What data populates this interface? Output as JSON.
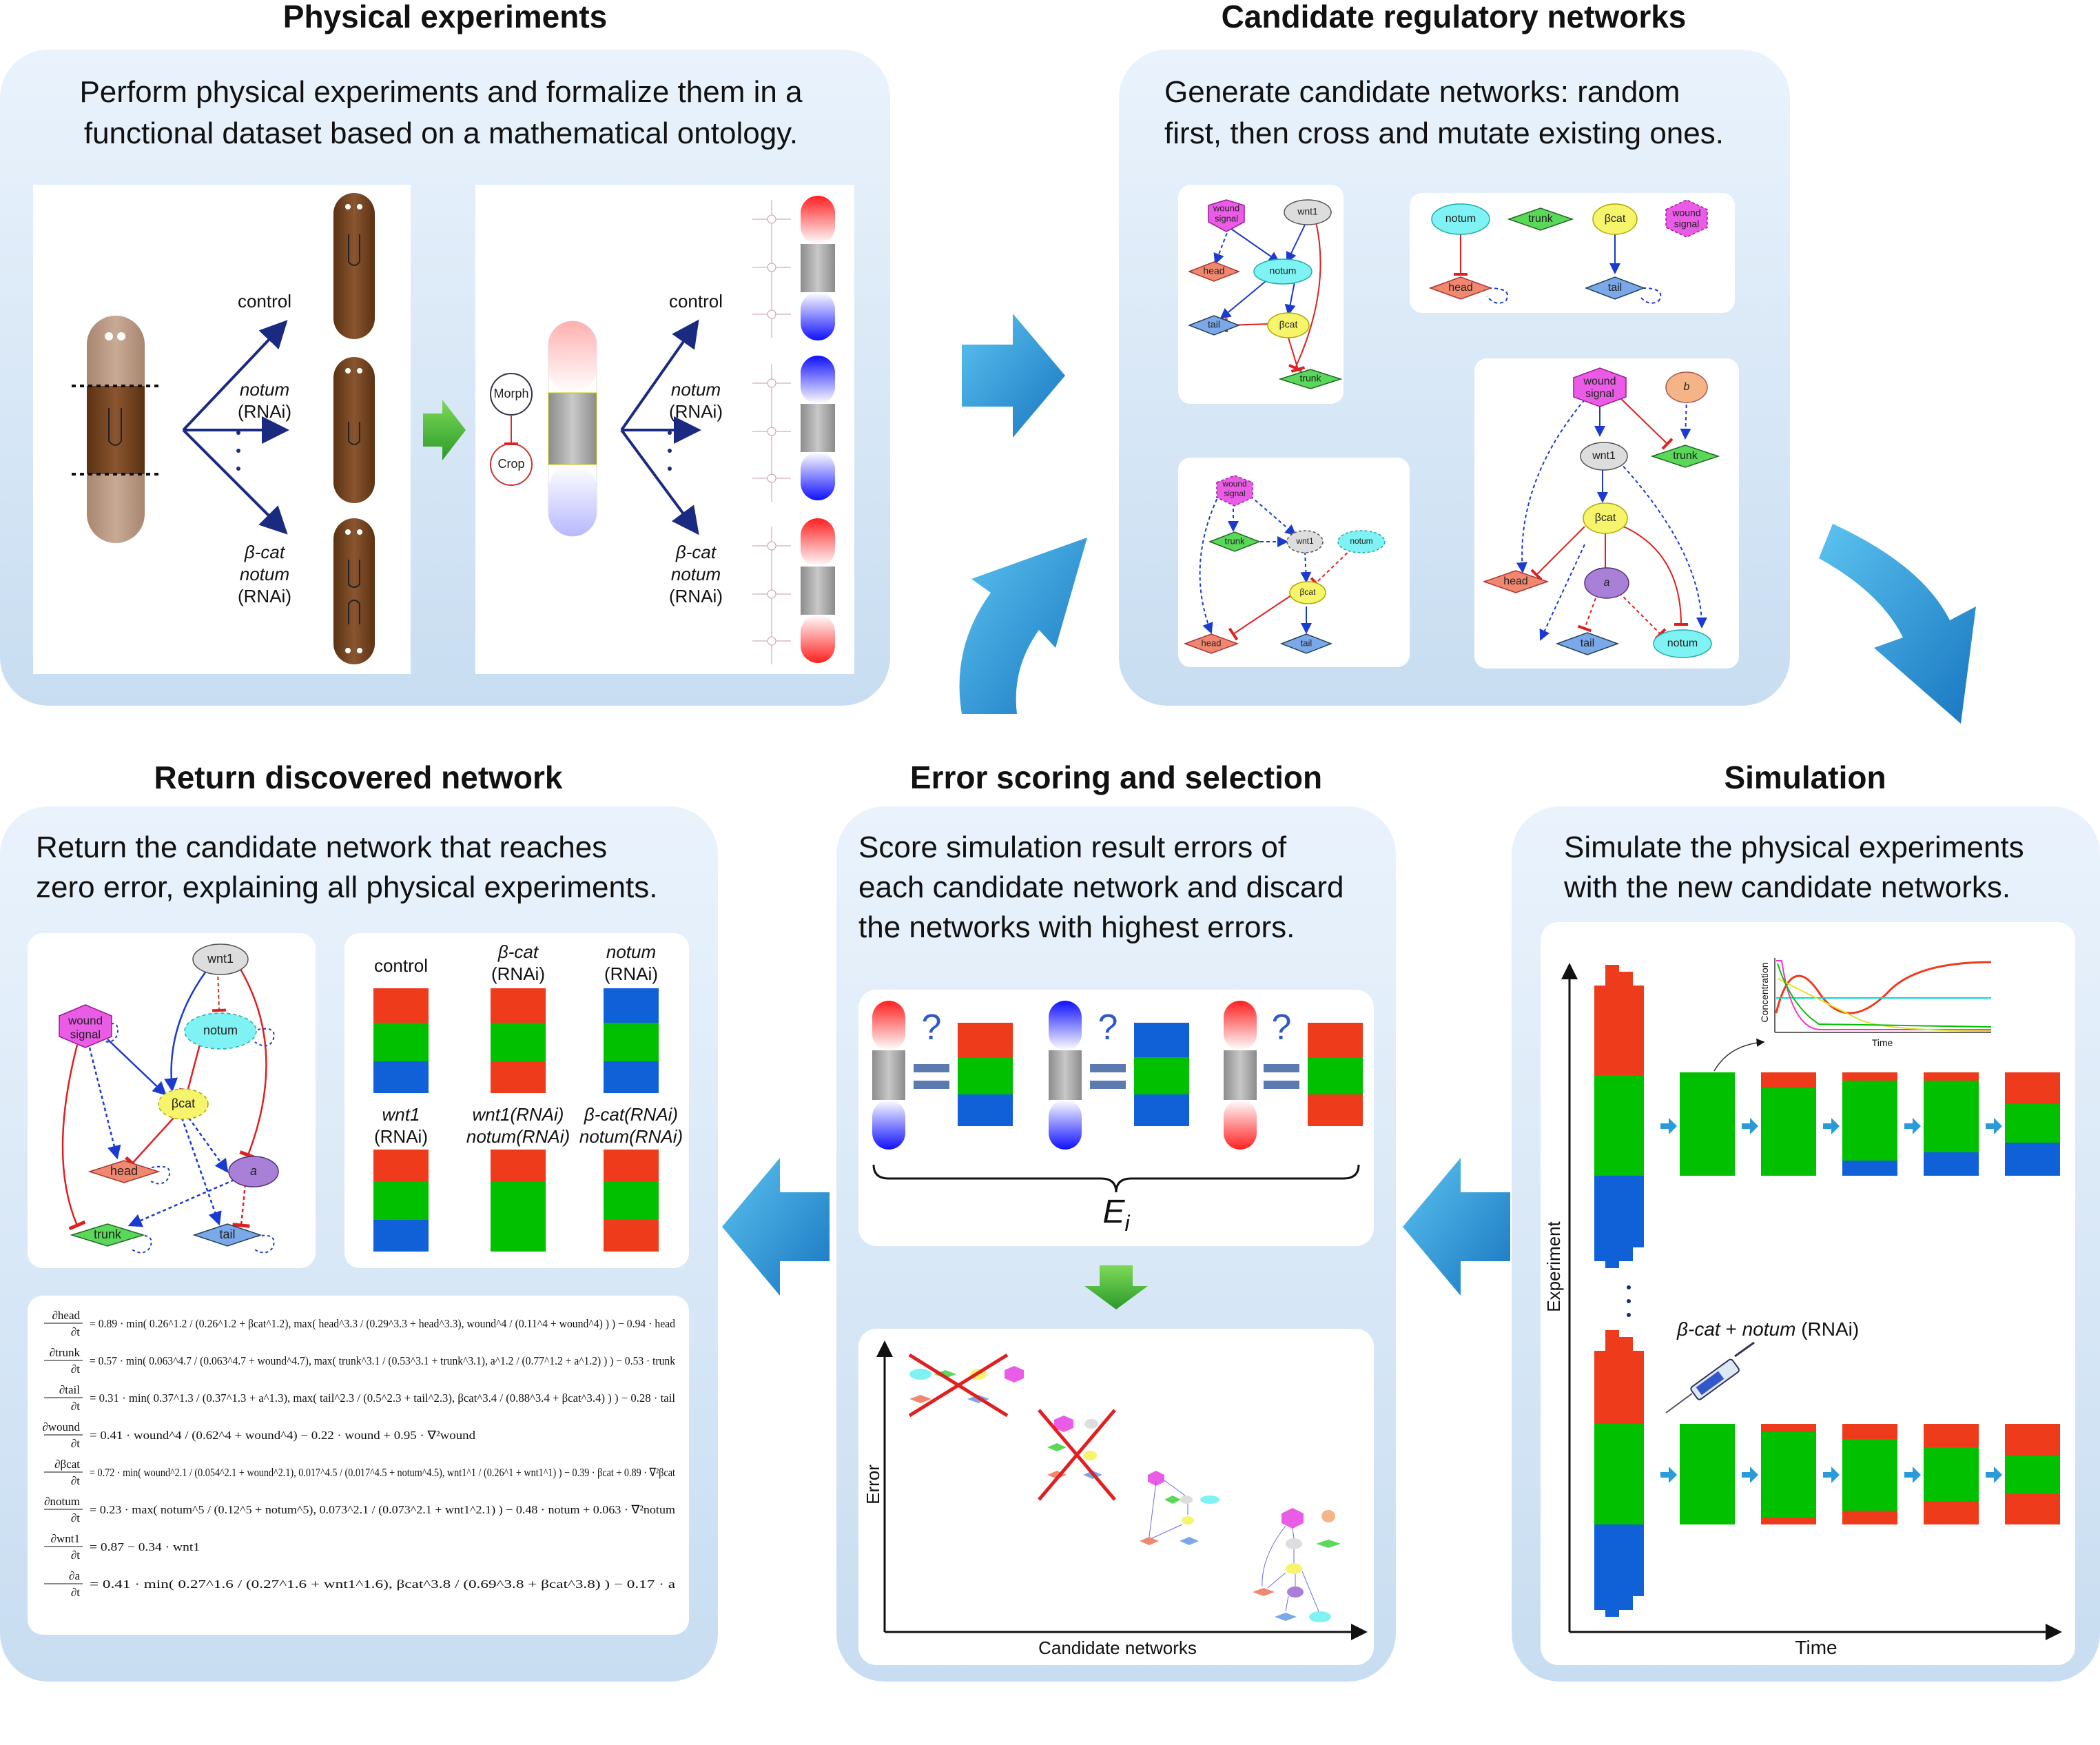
{
  "panels": {
    "physical": {
      "title": "Physical experiments",
      "desc_line1": "Perform physical experiments and formalize them in a",
      "desc_line2": "functional dataset based on a mathematical ontology.",
      "control": "control",
      "notum_rnai_1": "notum",
      "notum_rnai_2": "(RNAi)",
      "bcat_1": "β-cat",
      "bcat_2": "notum",
      "bcat_3": "(RNAi)",
      "morph": "Morph",
      "crop": "Crop"
    },
    "candidates": {
      "title": "Candidate regulatory networks",
      "desc_line1": "Generate candidate networks: random",
      "desc_line2": "first, then cross and mutate existing ones."
    },
    "simulation": {
      "title": "Simulation",
      "desc_line1": "Simulate the physical experiments",
      "desc_line2": "with the new candidate networks.",
      "concentration": "Concentration",
      "time_small": "Time",
      "experiment": "Experiment",
      "time": "Time",
      "rnai_label_1": "β-cat",
      "rnai_label_2": " + ",
      "rnai_label_3": "notum",
      "rnai_label_4": " (RNAi)"
    },
    "error": {
      "title": "Error scoring and selection",
      "desc_line1": "Score simulation result errors of",
      "desc_line2": "each candidate network and discard",
      "desc_line3": "the networks with highest errors.",
      "ei": "E",
      "ei_sub": "i",
      "question": "?",
      "error_axis": "Error",
      "candidates_axis": "Candidate networks"
    },
    "return": {
      "title": "Return discovered network",
      "desc_line1": "Return the candidate network that reaches",
      "desc_line2": "zero error, explaining all physical experiments.",
      "col_control": "control",
      "col_bcat_1": "β-cat",
      "col_bcat_2": "(RNAi)",
      "col_notum_1": "notum",
      "col_notum_2": "(RNAi)",
      "col_wnt1_1": "wnt1",
      "col_wnt1_2": "(RNAi)",
      "col_wnt1notum_1": "wnt1(RNAi)",
      "col_wnt1notum_2": "notum(RNAi)",
      "col_bcatnotum_1": "β-cat(RNAi)",
      "col_bcatnotum_2": "notum(RNAi)"
    }
  },
  "node_labels": {
    "wound_signal_1": "wound",
    "wound_signal_2": "signal",
    "wnt1": "wnt1",
    "notum": "notum",
    "head": "head",
    "tail": "tail",
    "bcat": "βcat",
    "trunk": "trunk",
    "a": "a",
    "b": "b"
  },
  "equations": [
    {
      "lhs_num": "∂head",
      "lhs_den": "∂t",
      "rhs": "= 0.89 · min( 0.26^1.2 / (0.26^1.2 + βcat^1.2), max( head^3.3 / (0.29^3.3 + head^3.3), wound^4 / (0.11^4 + wound^4) ) ) − 0.94 · head"
    },
    {
      "lhs_num": "∂trunk",
      "lhs_den": "∂t",
      "rhs": "= 0.57 · min( 0.063^4.7 / (0.063^4.7 + wound^4.7), max( trunk^3.1 / (0.53^3.1 + trunk^3.1), a^1.2 / (0.77^1.2 + a^1.2) ) ) − 0.53 · trunk"
    },
    {
      "lhs_num": "∂tail",
      "lhs_den": "∂t",
      "rhs": "= 0.31 · min( 0.37^1.3 / (0.37^1.3 + a^1.3), max( tail^2.3 / (0.5^2.3 + tail^2.3), βcat^3.4 / (0.88^3.4 + βcat^3.4) ) ) − 0.28 · tail"
    },
    {
      "lhs_num": "∂wound",
      "lhs_den": "∂t",
      "rhs": "= 0.41 · wound^4 / (0.62^4 + wound^4) − 0.22 · wound + 0.95 · ∇²wound"
    },
    {
      "lhs_num": "∂βcat",
      "lhs_den": "∂t",
      "rhs": "= 0.72 · min( wound^2.1 / (0.054^2.1 + wound^2.1), 0.017^4.5 / (0.017^4.5 + notum^4.5), wnt1^1 / (0.26^1 + wnt1^1) ) − 0.39 · βcat + 0.89 · ∇²βcat"
    },
    {
      "lhs_num": "∂notum",
      "lhs_den": "∂t",
      "rhs": "= 0.23 · max( notum^5 / (0.12^5 + notum^5), 0.073^2.1 / (0.073^2.1 + wnt1^2.1) ) − 0.48 · notum + 0.063 · ∇²notum"
    },
    {
      "lhs_num": "∂wnt1",
      "lhs_den": "∂t",
      "rhs": "= 0.87 − 0.34 · wnt1"
    },
    {
      "lhs_num": "∂a",
      "lhs_den": "∂t",
      "rhs": "= 0.41 · min( 0.27^1.6 / (0.27^1.6 + wnt1^1.6), βcat^3.8 / (0.69^3.8 + βcat^3.8) ) − 0.17 · a"
    }
  ],
  "colors": {
    "panel_top": "#e9f2fb",
    "panel_bottom": "#cfe2f3",
    "arrow_blue": "#2a9bd8",
    "head_red": "#ee3b1c",
    "trunk_green": "#00c000",
    "tail_blue": "#1060d8",
    "dark_navy": "#1a2a80"
  }
}
